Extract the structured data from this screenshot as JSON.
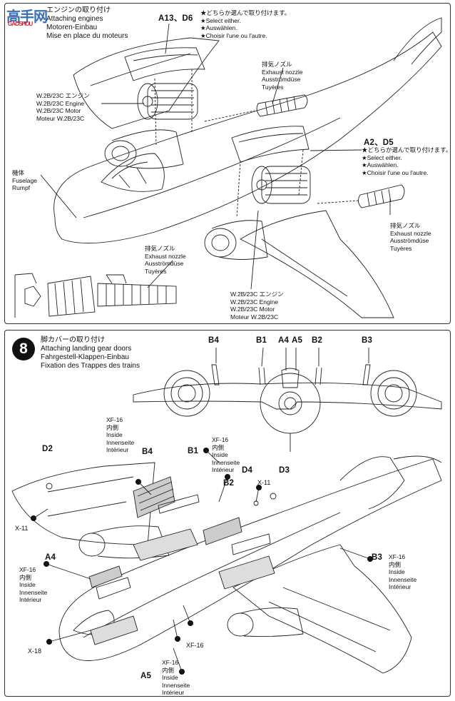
{
  "watermark": {
    "text": "高手网",
    "sub": "GAOSHOU"
  },
  "step7": {
    "title_lines": [
      "エンジンの取り付け",
      "Attaching engines",
      "Motoren-Einbau",
      "Mise en place du moteurs"
    ],
    "label_a13": "A13、D6",
    "note_top": [
      "★どちらか選んで取り付けます。",
      "★Select either.",
      "★Auswählen.",
      "★Choisir l'une ou l'autre."
    ],
    "exhaust_top": [
      "排気ノズル",
      "Exhaust nozzle",
      "Ausströmdüse",
      "Tuyères"
    ],
    "engine_top": [
      "W.2B/23C エンジン",
      "W.2B/23C Engine",
      "W.2B/23C Motor",
      "Moteur W.2B/23C"
    ],
    "label_a2": "A2、D5",
    "note_right": [
      "★どちらか選んで取り付けます。",
      "★Select either.",
      "★Auswählen.",
      "★Choisir l'une ou l'autre."
    ],
    "fuselage": [
      "機体",
      "Fuselage",
      "Rumpf"
    ],
    "exhaust_right": [
      "排気ノズル",
      "Exhaust nozzle",
      "Ausströmdüse",
      "Tuyères"
    ],
    "exhaust_mid": [
      "排気ノズル",
      "Exhaust nozzle",
      "Ausströmdüse",
      "Tuyères"
    ],
    "engine_bottom": [
      "W.2B/23C エンジン",
      "W.2B/23C Engine",
      "W.2B/23C Motor",
      "Moteur W.2B/23C"
    ]
  },
  "step8": {
    "number": "8",
    "title_lines": [
      "脚カバーの取り付け",
      "Attaching landing gear doors",
      "Fahrgestell-Klappen-Einbau",
      "Fixation des Trappes des trains"
    ],
    "front_view_labels": [
      "B4",
      "B1",
      "A4",
      "A5",
      "B2",
      "B3"
    ],
    "paint_note_b4": [
      "XF-16",
      "内側",
      "Inside",
      "Innenseite",
      "Intérieur"
    ],
    "paint_note_b1": [
      "XF-16",
      "内側",
      "Inside",
      "Innenseite",
      "Intérieur"
    ],
    "paint_note_b3": [
      "XF-16",
      "内側",
      "Inside",
      "Innenseite",
      "Intérieur"
    ],
    "paint_note_a5": [
      "XF-16",
      "内側",
      "Inside",
      "Innenseite",
      "Intérieur"
    ],
    "paint_note_a4": [
      "XF-16",
      "内側",
      "Inside",
      "Innenseite",
      "Intérieur"
    ],
    "label_d2": "D2",
    "label_b4": "B4",
    "label_b1": "B1",
    "label_d4": "D4",
    "label_d3": "D3",
    "label_b2": "B2",
    "label_x11_left": "X-11",
    "label_x11_right": "X-11",
    "label_a4": "A4",
    "label_b3": "B3",
    "label_x18": "X-18",
    "label_xf16_bottom": "XF-16",
    "label_a5": "A5"
  }
}
